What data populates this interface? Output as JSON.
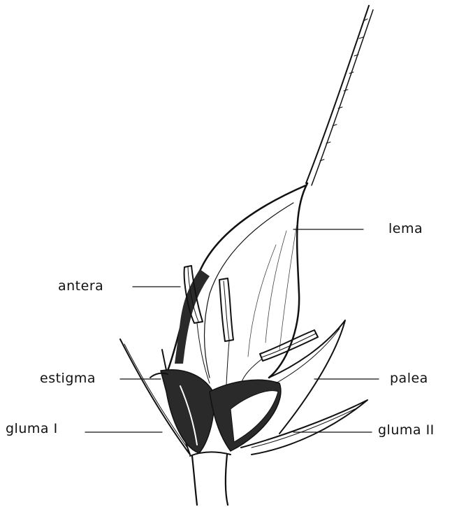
{
  "labels": {
    "lema": "lema",
    "antera": "antera",
    "estigma": "estigma",
    "palea": "palea",
    "gluma_1": "gluma I",
    "gluma_2": "gluma II"
  },
  "colors": {
    "ink": "#111111",
    "background": "#ffffff",
    "fill_dark": "#2a2a2a"
  }
}
